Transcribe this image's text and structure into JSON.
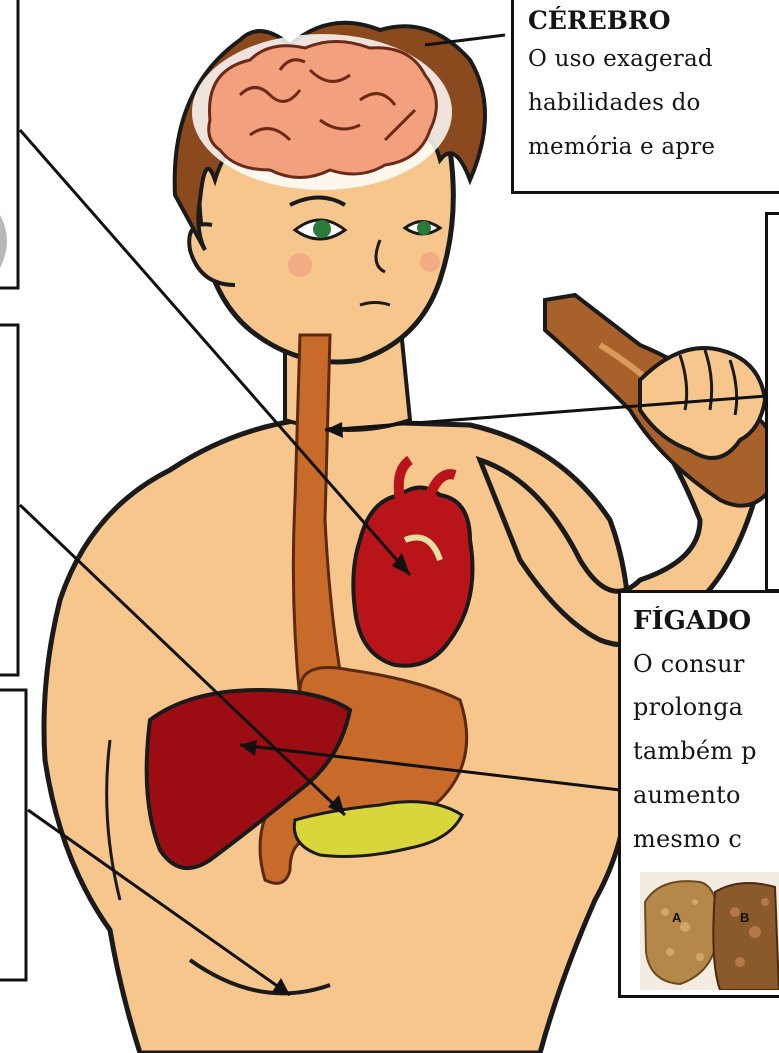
{
  "brain_box": {
    "title": "CÉREBRO",
    "lines": [
      "O uso exagerad",
      "habilidades do",
      "memória e apre"
    ]
  },
  "liver_box": {
    "title": "FÍGADO",
    "lines": [
      "O consur",
      "prolonga",
      "também p",
      "aumento",
      "mesmo c"
    ],
    "photo_labels": [
      "A",
      "B"
    ]
  },
  "colors": {
    "skin": "#f6c68c",
    "outline": "#1a1a1a",
    "hair": "#8a4a1e",
    "brain": "#f3a07f",
    "heart": "#b8141a",
    "liver": "#9b0d12",
    "esophagus_stomach": "#c86a2a",
    "pancreas": "#d8d63a",
    "bottle": "#a8612a"
  }
}
